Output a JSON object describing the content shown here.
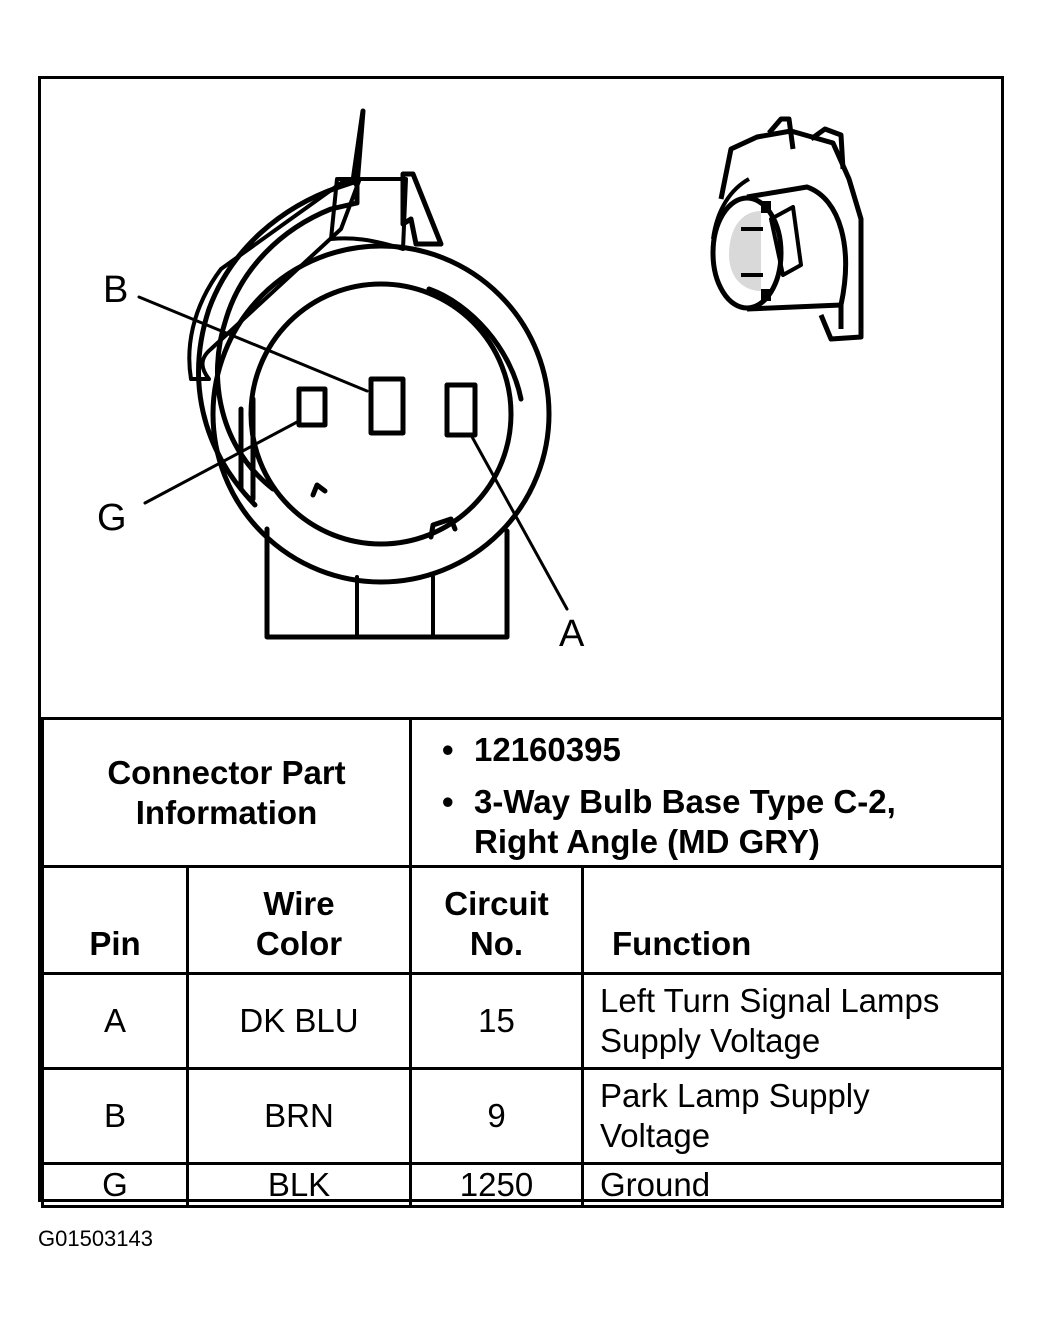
{
  "callouts": {
    "b": "B",
    "g": "G",
    "a": "A"
  },
  "part_info": {
    "label_line1": "Connector Part",
    "label_line2": "Information",
    "part_number": "12160395",
    "description_line1": "3-Way Bulb Base Type C-2,",
    "description_line2": "Right Angle (MD GRY)",
    "bullet": "•"
  },
  "headers": {
    "pin": "Pin",
    "wire_color_line1": "Wire",
    "wire_color_line2": "Color",
    "circuit_line1": "Circuit",
    "circuit_line2": "No.",
    "function": "Function"
  },
  "rows": [
    {
      "pin": "A",
      "color": "DK BLU",
      "circuit": "15",
      "function_line1": "Left Turn Signal Lamps",
      "function_line2": "Supply Voltage"
    },
    {
      "pin": "B",
      "color": "BRN",
      "circuit": "9",
      "function_line1": "Park Lamp Supply",
      "function_line2": "Voltage"
    },
    {
      "pin": "G",
      "color": "BLK",
      "circuit": "1250",
      "function_line1": "Ground",
      "function_line2": ""
    }
  ],
  "figure_id": "G01503143"
}
